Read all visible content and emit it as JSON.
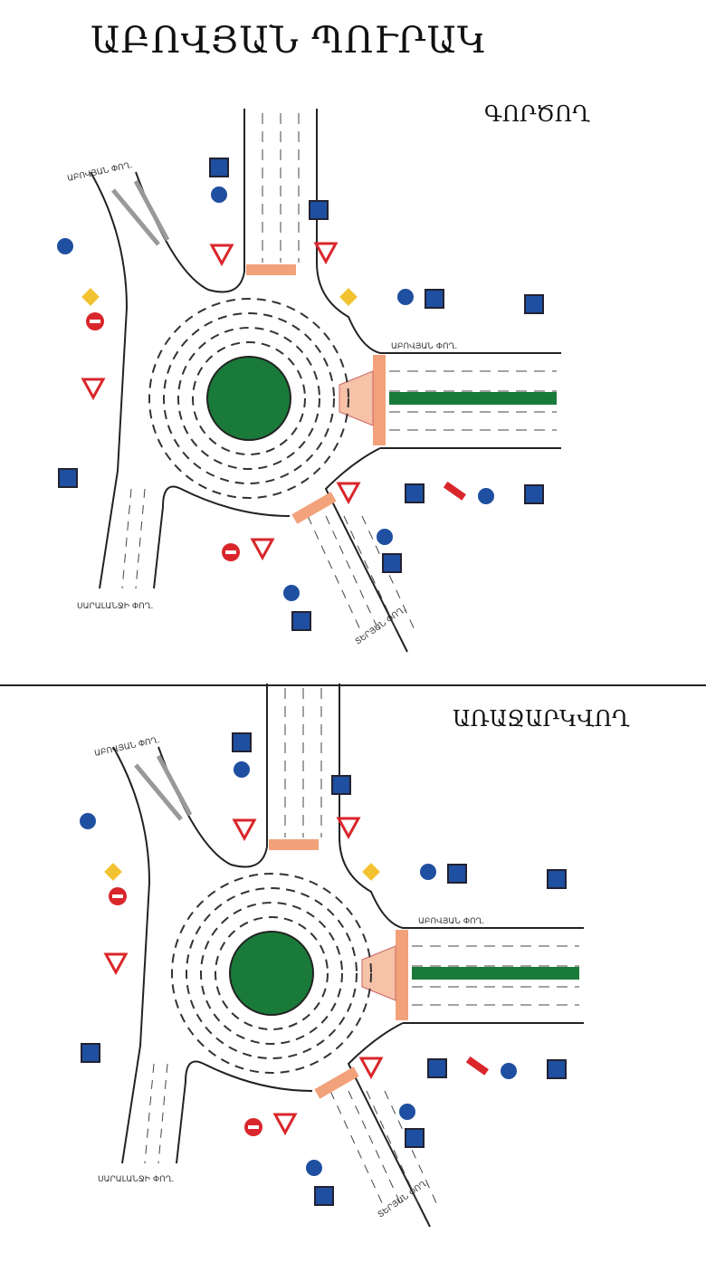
{
  "title": "ԱԲՈՎՅԱՆ ՊՈՒՐԱԿ",
  "panels": [
    {
      "label": "ԳՈՐԾՈՂ",
      "streets": {
        "top_left": "ԱԲՈՎՅԱՆ ՓՈՂ.",
        "right": "ԱԲՈՎՅԱՆ ՓՈՂ.",
        "bottom_left": "ՍԱՐԱԼԱՆՋԻ ՓՈՂ.",
        "bottom": "ՏԵՐՅԱՆ ՓՈՂ."
      }
    },
    {
      "label": "ԱՌԱՋԱՐԿՎՈՂ",
      "streets": {
        "top_left": "ԱԲՈՎՅԱՆ ՓՈՂ.",
        "right": "ԱԲՈՎՅԱՆ ՓՈՂ.",
        "bottom_left": "ՍԱՐԱԼԱՆՋԻ ՓՈՂ.",
        "bottom": "ՏԵՐՅԱՆ ՓՈՂ."
      }
    }
  ],
  "colors": {
    "island": "#1a7a3a",
    "sign_blue": "#1f4fa0",
    "sign_red": "#d9262b",
    "crossing": "#f2a27a",
    "sign_yellow": "#f2c230"
  }
}
